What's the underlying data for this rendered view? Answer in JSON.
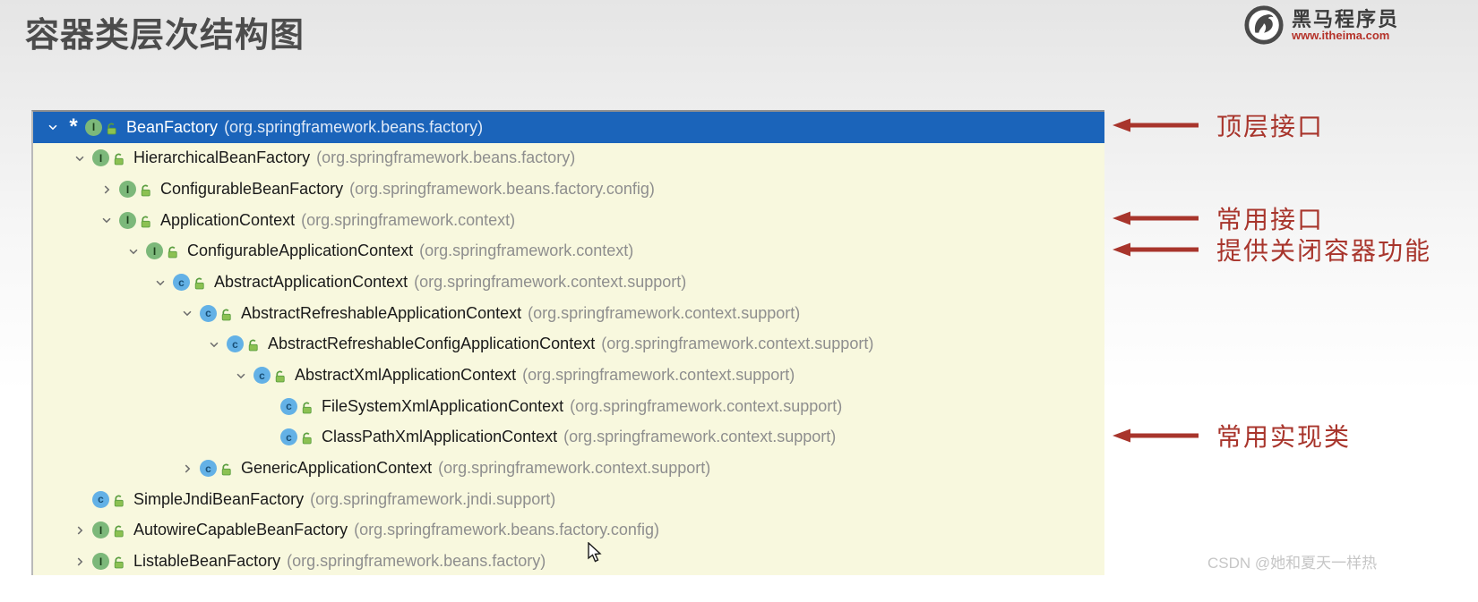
{
  "page": {
    "title": "容器类层次结构图"
  },
  "logo": {
    "brand": "黑马程序员",
    "url": "www.itheima.com",
    "icon": "horse-in-circle"
  },
  "watermark": "CSDN @她和夏天一样热",
  "colors": {
    "selection_blue": "#1b64ba",
    "tree_background": "#f8f8de",
    "annotation_red": "#a8352c",
    "interface_icon_green": "#7cb87a",
    "class_icon_blue": "#63b1e6",
    "package_gray": "#8e8e8e",
    "logo_red": "#b5332a"
  },
  "tree": {
    "rows": [
      {
        "name": "BeanFactory",
        "package": "(org.springframework.beans.factory)",
        "icon": "interface",
        "level": 0,
        "chevron": "expanded",
        "selected": true,
        "marker": "*"
      },
      {
        "name": "HierarchicalBeanFactory",
        "package": "(org.springframework.beans.factory)",
        "icon": "interface",
        "level": 1,
        "chevron": "expanded",
        "selected": false,
        "marker": ""
      },
      {
        "name": "ConfigurableBeanFactory",
        "package": "(org.springframework.beans.factory.config)",
        "icon": "interface",
        "level": 2,
        "chevron": "collapsed",
        "selected": false,
        "marker": ""
      },
      {
        "name": "ApplicationContext",
        "package": "(org.springframework.context)",
        "icon": "interface",
        "level": 2,
        "chevron": "expanded",
        "selected": false,
        "marker": ""
      },
      {
        "name": "ConfigurableApplicationContext",
        "package": "(org.springframework.context)",
        "icon": "interface",
        "level": 3,
        "chevron": "expanded",
        "selected": false,
        "marker": ""
      },
      {
        "name": "AbstractApplicationContext",
        "package": "(org.springframework.context.support)",
        "icon": "class",
        "level": 4,
        "chevron": "expanded",
        "selected": false,
        "marker": ""
      },
      {
        "name": "AbstractRefreshableApplicationContext",
        "package": "(org.springframework.context.support)",
        "icon": "class",
        "level": 5,
        "chevron": "expanded",
        "selected": false,
        "marker": ""
      },
      {
        "name": "AbstractRefreshableConfigApplicationContext",
        "package": "(org.springframework.context.support)",
        "icon": "class",
        "level": 6,
        "chevron": "expanded",
        "selected": false,
        "marker": ""
      },
      {
        "name": "AbstractXmlApplicationContext",
        "package": "(org.springframework.context.support)",
        "icon": "class",
        "level": 7,
        "chevron": "expanded",
        "selected": false,
        "marker": ""
      },
      {
        "name": "FileSystemXmlApplicationContext",
        "package": "(org.springframework.context.support)",
        "icon": "class",
        "level": 8,
        "chevron": "none",
        "selected": false,
        "marker": ""
      },
      {
        "name": "ClassPathXmlApplicationContext",
        "package": "(org.springframework.context.support)",
        "icon": "class",
        "level": 8,
        "chevron": "none",
        "selected": false,
        "marker": ""
      },
      {
        "name": "GenericApplicationContext",
        "package": "(org.springframework.context.support)",
        "icon": "class",
        "level": 5,
        "chevron": "collapsed",
        "selected": false,
        "marker": ""
      },
      {
        "name": "SimpleJndiBeanFactory",
        "package": "(org.springframework.jndi.support)",
        "icon": "class",
        "level": 1,
        "chevron": "none",
        "selected": false,
        "marker": ""
      },
      {
        "name": "AutowireCapableBeanFactory",
        "package": "(org.springframework.beans.factory.config)",
        "icon": "interface",
        "level": 1,
        "chevron": "collapsed",
        "selected": false,
        "marker": ""
      },
      {
        "name": "ListableBeanFactory",
        "package": "(org.springframework.beans.factory)",
        "icon": "interface",
        "level": 1,
        "chevron": "collapsed",
        "selected": false,
        "marker": ""
      }
    ]
  },
  "annotations": [
    {
      "label": "顶层接口",
      "row": 1
    },
    {
      "label": "常用接口",
      "row": 4
    },
    {
      "label": "提供关闭容器功能",
      "row": 5
    },
    {
      "label": "常用实现类",
      "row": 11
    }
  ]
}
